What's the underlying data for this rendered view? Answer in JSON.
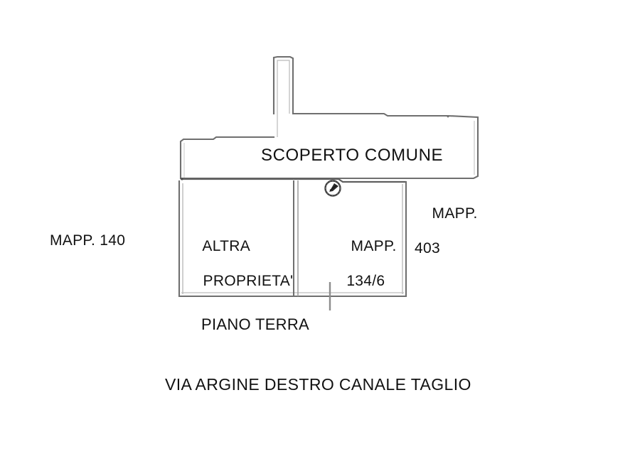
{
  "document": {
    "type": "cadastral-floor-plan",
    "background_color": "#ffffff",
    "line_color": "#6b6b6b",
    "text_color": "#111111"
  },
  "plan": {
    "areas": {
      "courtyard_label": "SCOPERTO COMUNE",
      "room_left_line1": "ALTRA",
      "room_left_line2": "PROPRIETA'",
      "room_right_line1": "MAPP.",
      "room_right_line2": "134/6"
    },
    "parcels": {
      "left_label": "MAPP. 140",
      "right_label_line1": "MAPP.",
      "right_label_line2": "403"
    },
    "floor_label": "PIANO TERRA",
    "street_label": "VIA ARGINE DESTRO CANALE TAGLIO",
    "symbols": {
      "compass_marker": "compass-marker-icon",
      "entrance_mark": "entrance-tick-icon"
    }
  }
}
